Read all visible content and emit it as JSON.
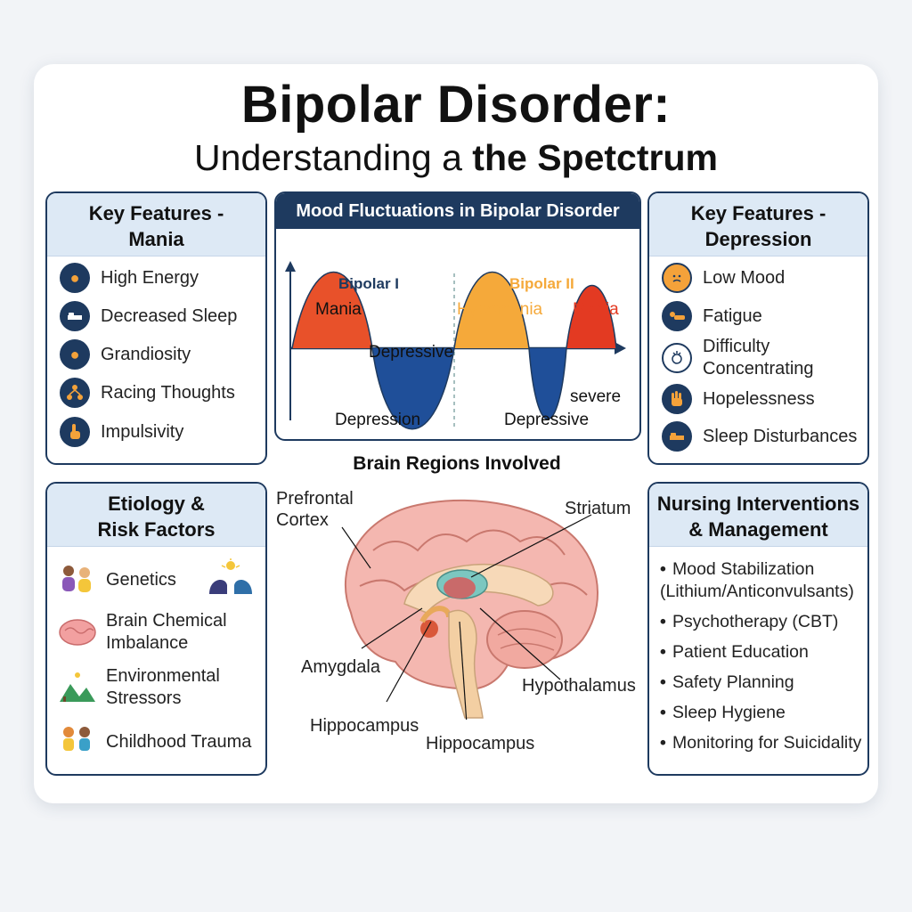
{
  "title": "Bipolar Disorder:",
  "subtitle": {
    "part1": "Understanding a ",
    "part2": "the Spetctrum"
  },
  "mania": {
    "heading": "Key Features - Mania",
    "items": [
      {
        "label": "High Energy",
        "icon": "lightbulb-icon"
      },
      {
        "label": "Decreased Sleep",
        "icon": "bed-icon"
      },
      {
        "label": "Grandiosity",
        "icon": "lightbulb-icon"
      },
      {
        "label": "Racing Thoughts",
        "icon": "network-icon"
      },
      {
        "label": "Impulsivity",
        "icon": "hand-pointer-icon"
      }
    ]
  },
  "chart": {
    "heading": "Mood Fluctuations in Bipolar Disorder",
    "bipolar1": "Bipolar I",
    "bipolar2": "Bipolar II",
    "labels": {
      "mania1": "Mania",
      "depressive1": "Depressive",
      "hypomania": "Hypomania",
      "mania2": "Mania",
      "depression": "Depression",
      "depressive2": "Depressive",
      "severe": "severe"
    },
    "colors": {
      "mania": "#e8512a",
      "hypomania": "#f5a93a",
      "depression": "#1f4f99",
      "axis": "#1e3a5f"
    }
  },
  "depression": {
    "heading": "Key Features - Depression",
    "items": [
      {
        "label": "Low Mood",
        "icon": "sad-face-icon"
      },
      {
        "label": "Fatigue",
        "icon": "tired-person-icon"
      },
      {
        "label": "Difficulty Concentrating",
        "icon": "confused-head-icon"
      },
      {
        "label": "Hopelessness",
        "icon": "hand-icon"
      },
      {
        "label": "Sleep Disturbances",
        "icon": "bed-icon"
      }
    ]
  },
  "etiology": {
    "heading": "Etiology & Risk Factors",
    "items": [
      {
        "label": "Genetics",
        "icon": "family-icon"
      },
      {
        "label": "Brain Chemical Imbalance",
        "icon": "brain-icon"
      },
      {
        "label": "Environmental Stressors",
        "icon": "landscape-icon"
      },
      {
        "label": "Childhood Trauma",
        "icon": "children-icon"
      }
    ]
  },
  "brain": {
    "heading": "Brain Regions Involved",
    "labels": {
      "prefrontal": "Prefrontal Cortex",
      "striatum": "Striatum",
      "amygdala": "Amygdala",
      "hippocampus1": "Hippocampus",
      "hippocampus2": "Hippocampus",
      "hypothalamus": "Hypothalamus"
    }
  },
  "nursing": {
    "heading": "Nursing Interventions & Management",
    "items": [
      "Mood Stabilization (Lithium/Anticonvulsants)",
      "Psychotherapy (CBT)",
      "Patient Education",
      "Safety Planning",
      "Sleep Hygiene",
      "Monitoring for Suicidality"
    ]
  }
}
